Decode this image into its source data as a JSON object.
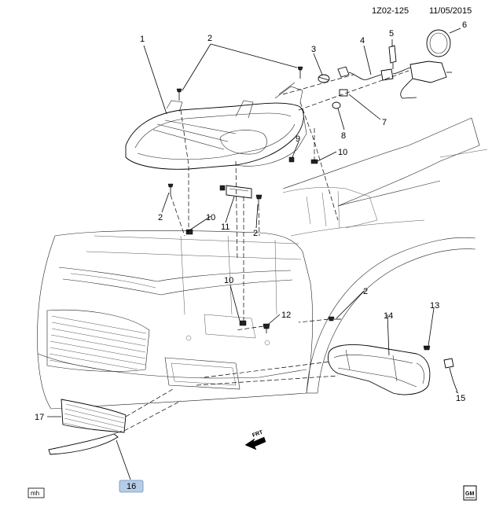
{
  "header": {
    "code": "1Z02-125",
    "date": "11/05/2015"
  },
  "callouts": {
    "c1": "1",
    "c2a": "2",
    "c2b": "2",
    "c2c": "2",
    "c2d": "2",
    "c3": "3",
    "c4": "4",
    "c5": "5",
    "c6": "6",
    "c7": "7",
    "c8": "8",
    "c9": "9",
    "c10a": "10",
    "c10b": "10",
    "c10c": "10",
    "c11": "11",
    "c12": "12",
    "c13": "13",
    "c14": "14",
    "c15": "15",
    "c16": "16",
    "c17": "17"
  },
  "front_arrow": "FRT",
  "footer": {
    "author": "mh",
    "logo": "GM"
  }
}
